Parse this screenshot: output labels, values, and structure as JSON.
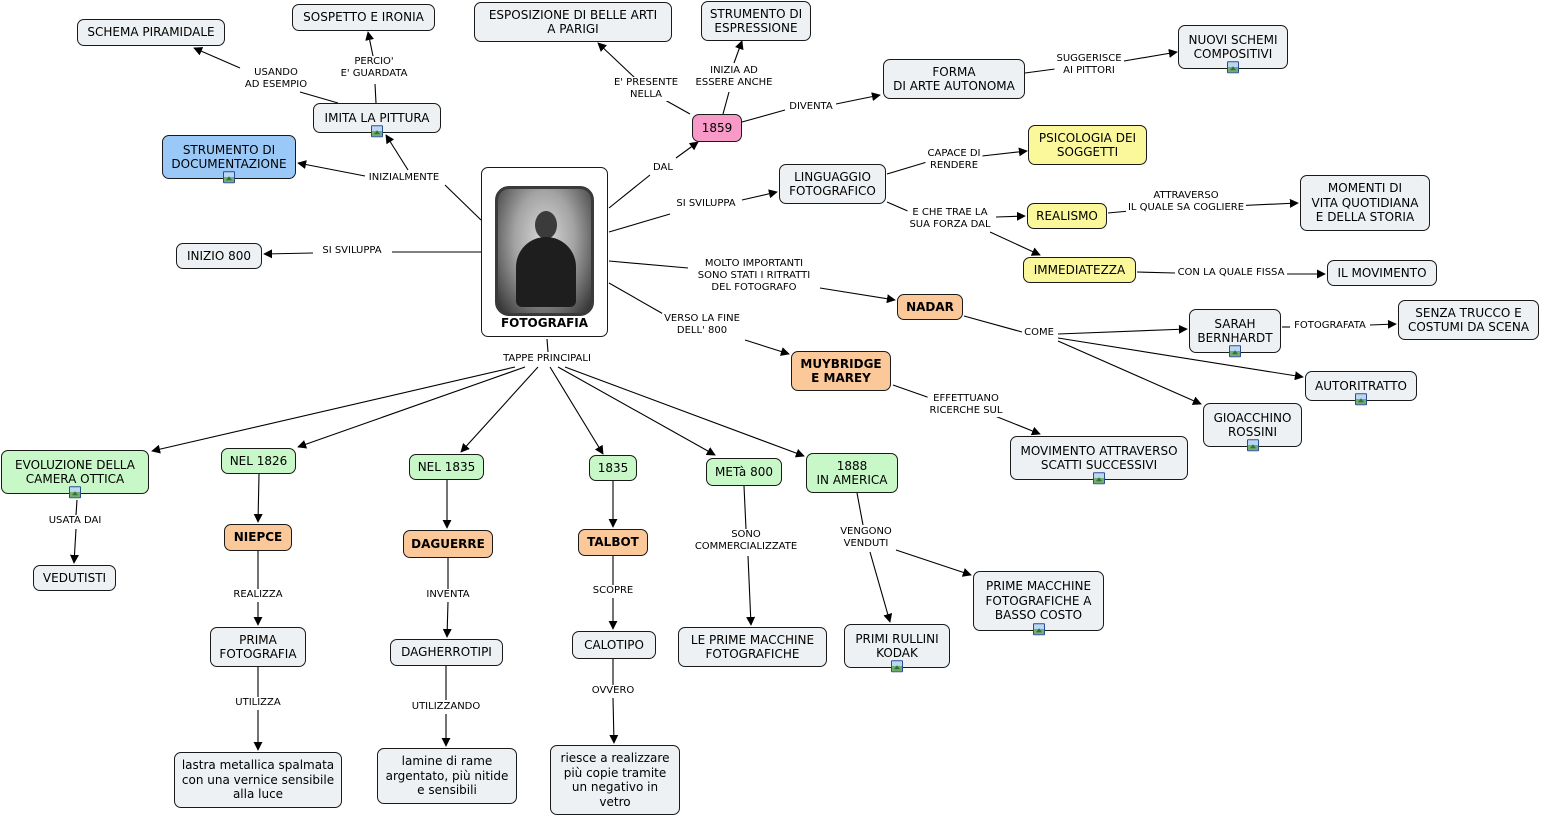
{
  "center": {
    "label": "FOTOGRAFIA",
    "image": "daguerreotype-portrait"
  },
  "nodes": {
    "schema_piramidale": "SCHEMA PIRAMIDALE",
    "sospetto_ironia": "SOSPETTO E IRONIA",
    "esposizione": "ESPOSIZIONE DI BELLE ARTI\nA PARIGI",
    "strumento_espressione": "STRUMENTO DI\nESPRESSIONE",
    "nuovi_schemi": "NUOVI SCHEMI\nCOMPOSITIVI",
    "imita_pittura": "IMITA LA PITTURA",
    "forma_arte": "FORMA\nDI ARTE AUTONOMA",
    "strumento_documentazione": "STRUMENTO DI\nDOCUMENTAZIONE",
    "anno_1859": "1859",
    "psicologia": "PSICOLOGIA DEI\nSOGGETTI",
    "linguaggio": "LINGUAGGIO\nFOTOGRAFICO",
    "realismo": "REALISMO",
    "momenti": "MOMENTI DI\nVITA QUOTIDIANA\nE DELLA STORIA",
    "inizio_800": "INIZIO 800",
    "immediatezza": "IMMEDIATEZZA",
    "il_movimento": "IL MOVIMENTO",
    "nadar": "NADAR",
    "senza_trucco": "SENZA TRUCCO E\nCOSTUMI DA SCENA",
    "sarah": "SARAH\nBERNHARDT",
    "muybridge": "MUYBRIDGE\nE MAREY",
    "autoritratto": "AUTORITRATTO",
    "gioacchino": "GIOACCHINO\nROSSINI",
    "movimento_scatti": "MOVIMENTO ATTRAVERSO\nSCATTI SUCCESSIVI",
    "evoluzione": "EVOLUZIONE  DELLA\nCAMERA OTTICA",
    "nel_1826": "NEL 1826",
    "nel_1835": "NEL 1835",
    "anno_1835": "1835",
    "meta_800": "METà 800",
    "america_1888": "1888\nIN AMERICA",
    "vedutisti": "VEDUTISTI",
    "niepce": "NIEPCE",
    "daguerre": "DAGUERRE",
    "talbot": "TALBOT",
    "prima_fotografia": "PRIMA\nFOTOGRAFIA",
    "dagherrotipi": "DAGHERROTIPI",
    "calotipo": "CALOTIPO",
    "prime_macchine": "LE PRIME MACCHINE\nFOTOGRAFICHE",
    "prime_macchine_basso": "PRIME MACCHINE\nFOTOGRAFICHE A\nBASSO COSTO",
    "rullini": "PRIMI RULLINI\nKODAK",
    "lastra": "lastra metallica spalmata\ncon una vernice sensibile\nalla luce",
    "lamine": "lamine di rame\nargentato, più nitide\ne sensibili",
    "copie": "riesce a realizzare\npiù copie tramite\nun negativo in\nvetro"
  },
  "link_labels": {
    "usando": "USANDO\nAD ESEMPIO",
    "percio": "PERCIO'\nE' GUARDATA",
    "presente": "E' PRESENTE\nNELLA",
    "inizia": "INIZIA AD\nESSERE ANCHE",
    "suggerisce": "SUGGERISCE\nAI PITTORI",
    "diventa": "DIVENTA",
    "inizialmente": "INIZIALMENTE",
    "dal": "DAL",
    "capace": "CAPACE DI\nRENDERE",
    "si_sviluppa_r": "SI SVILUPPA",
    "trae": "E CHE TRAE LA\nSUA FORZA DAL",
    "attraverso": "ATTRAVERSO\nIL QUALE SA COGLIERE",
    "si_sviluppa_l": "SI SVILUPPA",
    "ritratti": "MOLTO IMPORTANTI\nSONO STATI I RITRATTI\nDEL FOTOGRAFO",
    "fissa": "CON LA QUALE FISSA",
    "come": "COME",
    "fotografata": "FOTOGRAFATA",
    "verso": "VERSO LA FINE\nDELL' 800",
    "effettuano": "EFFETTUANO\nRICERCHE SUL",
    "tappe": "TAPPE PRINCIPALI",
    "usata": "USATA DAI",
    "realizza": "REALIZZA",
    "inventa": "INVENTA",
    "scopre": "SCOPRE",
    "sono_comm": "SONO\nCOMMERCIALIZZATE",
    "vengono": "VENGONO\nVENDUTI",
    "utilizza": "UTILIZZA",
    "utilizzando": "UTILIZZANDO",
    "ovvero": "OVVERO"
  },
  "colors": {
    "default": "#eef1f3",
    "orange": "#fbc89a",
    "pink": "#f79ac7",
    "blue": "#9bc9f7",
    "yellow": "#fbf79b",
    "green": "#c8f8c8",
    "line": "#000000"
  }
}
